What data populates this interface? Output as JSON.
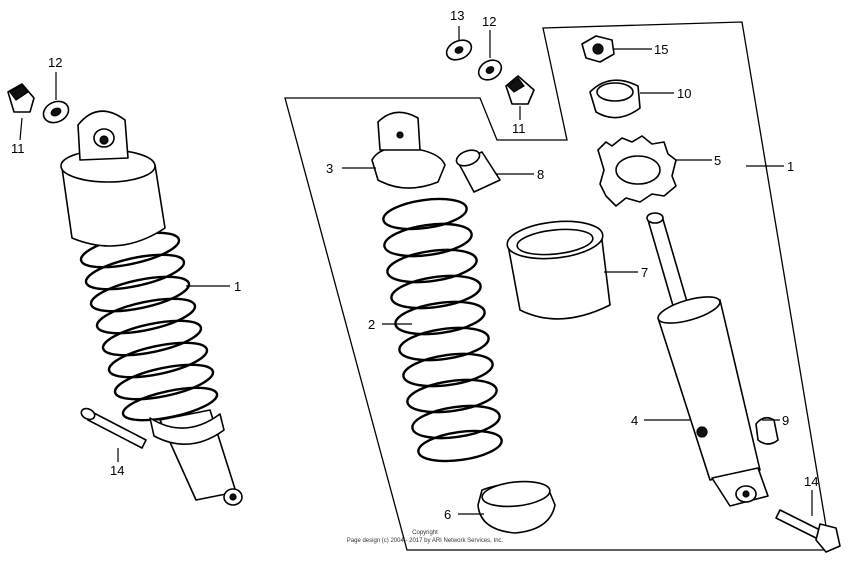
{
  "callouts": {
    "c1a": "1",
    "c11a": "11",
    "c12a": "12",
    "c14a": "14",
    "c13": "13",
    "c12b": "12",
    "c11b": "11",
    "c15": "15",
    "c10": "10",
    "c3": "3",
    "c8": "8",
    "c5": "5",
    "c1b": "1",
    "c7": "7",
    "c2": "2",
    "c4": "4",
    "c9": "9",
    "c6": "6",
    "c14b": "14"
  },
  "copyright": {
    "line1": "Copyright",
    "line2": "Page design (c) 2004 - 2017 by ARI Network Services, Inc."
  }
}
